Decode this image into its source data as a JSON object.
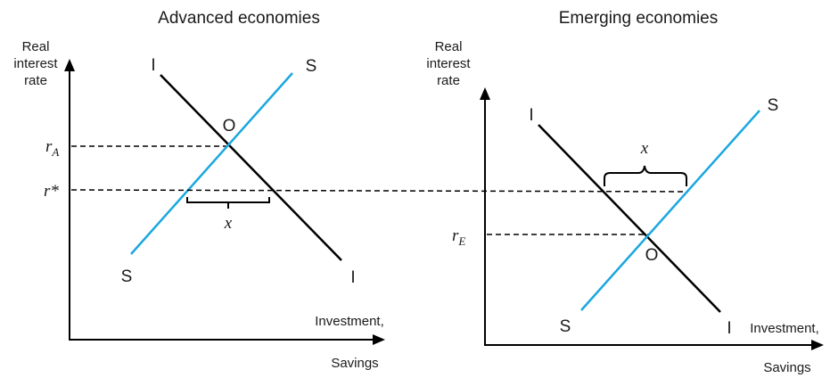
{
  "left_panel": {
    "title": "Advanced economies",
    "y_axis_label": [
      "Real",
      "interest",
      "rate"
    ],
    "x_axis_label": [
      "Investment,",
      "Savings"
    ],
    "investment_label_top": "I",
    "investment_label_bottom": "I",
    "savings_label_top": "S",
    "savings_label_bottom": "S",
    "equilibrium_label": "O",
    "rate_label": {
      "main": "r",
      "sub": "A"
    },
    "world_rate_label": "r*",
    "gap_label": "x"
  },
  "right_panel": {
    "title": "Emerging economies",
    "y_axis_label": [
      "Real",
      "interest",
      "rate"
    ],
    "x_axis_label": [
      "Investment,",
      "Savings"
    ],
    "investment_label_top": "I",
    "investment_label_bottom": "I",
    "savings_label_top": "S",
    "savings_label_bottom": "S",
    "equilibrium_label": "O",
    "rate_label": {
      "main": "r",
      "sub": "E"
    },
    "gap_label": "x"
  },
  "colors": {
    "investment_line": "#000000",
    "savings_line": "#1aa7e0"
  }
}
